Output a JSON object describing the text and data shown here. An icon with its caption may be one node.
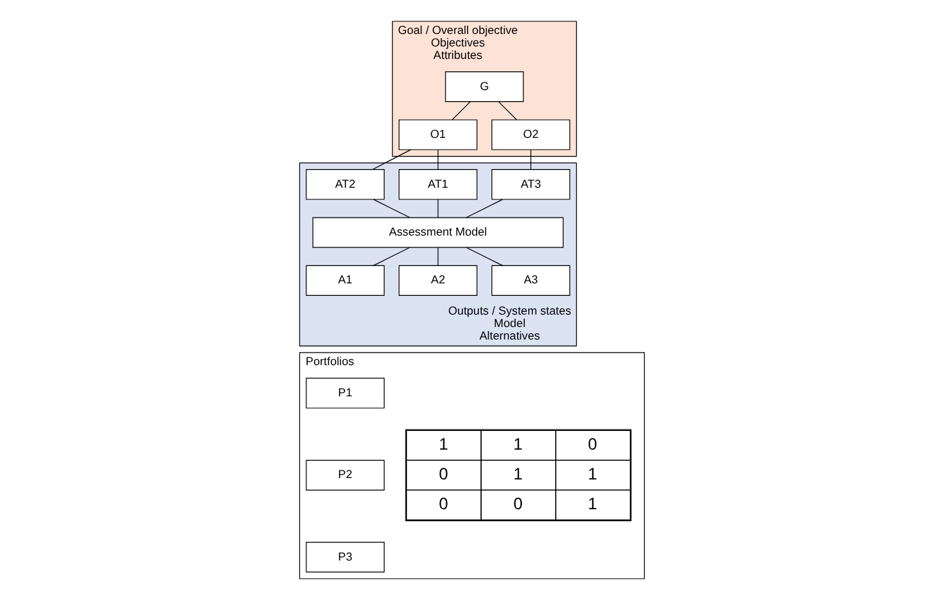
{
  "diagram": {
    "nodes": [
      {
        "text": [
          "Goal / Overall objective",
          "Objectives",
          "Attributes"
        ]
      },
      {
        "text": [
          "G"
        ],
        "in": 0
      },
      {
        "text": [
          "O1"
        ],
        "in": 0
      },
      {
        "text": [
          "O2"
        ],
        "in": 0
      },
      {
        "text": [
          "Outputs / System states",
          "Model",
          "Alternatives"
        ]
      },
      {
        "text": [
          "AT1"
        ],
        "in": 4
      },
      {
        "text": [
          "AT2"
        ],
        "in": 4
      },
      {
        "text": [
          "AT3"
        ],
        "in": 4
      },
      {
        "text": [
          "Assessment Model"
        ],
        "in": 4
      },
      {
        "text": [
          "A1"
        ],
        "in": 4
      },
      {
        "text": [
          "A2"
        ],
        "in": 4
      },
      {
        "text": [
          "A3"
        ],
        "in": 4
      },
      {
        "text": [
          "Portfolios"
        ]
      },
      {
        "text": [
          "P1"
        ],
        "in": 12
      },
      {
        "text": [
          "P2"
        ],
        "in": 12
      },
      {
        "text": [
          "P3"
        ],
        "in": 12
      }
    ],
    "edges": [
      {
        "from": 1,
        "to": 2,
        "arrow": "none"
      },
      {
        "from": 1,
        "to": 3,
        "arrow": "none"
      },
      {
        "from": 2,
        "to": 5,
        "arrow": "none"
      },
      {
        "from": 2,
        "to": 6,
        "arrow": "none"
      },
      {
        "from": 3,
        "to": 7,
        "arrow": "none"
      },
      {
        "from": 5,
        "to": 8,
        "arrow": "none"
      },
      {
        "from": 6,
        "to": 8,
        "arrow": "none"
      },
      {
        "from": 7,
        "to": 8,
        "arrow": "none"
      },
      {
        "from": 8,
        "to": 9,
        "arrow": "none"
      },
      {
        "from": 8,
        "to": 10,
        "arrow": "none"
      },
      {
        "from": 8,
        "to": 11,
        "arrow": "none"
      }
    ],
    "labels": [
      "1",
      "1",
      "0",
      "0",
      "1",
      "1",
      "0",
      "0",
      "1"
    ]
  }
}
